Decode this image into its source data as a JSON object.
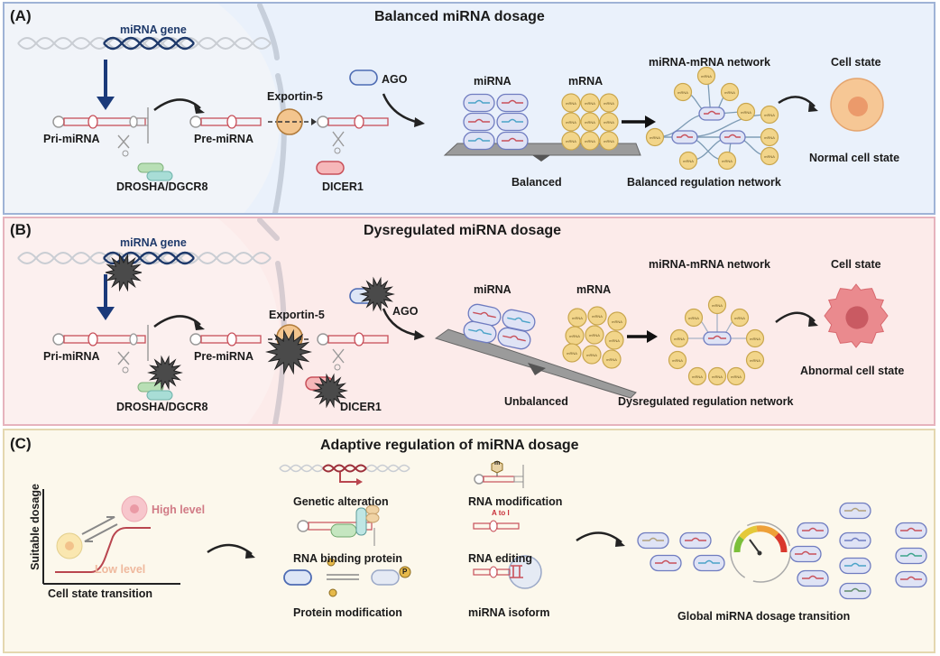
{
  "panels": {
    "A": {
      "label": "(A)",
      "title": "Balanced miRNA dosage",
      "mirna_gene": "miRNA gene",
      "pri_mirna": "Pri-miRNA",
      "pre_mirna": "Pre-miRNA",
      "drosha": "DROSHA/DGCR8",
      "exportin": "Exportin-5",
      "ago": "AGO",
      "dicer": "DICER1",
      "mirna": "miRNA",
      "mrna": "mRNA",
      "balance_state": "Balanced",
      "network_title": "miRNA-mRNA network",
      "network_caption": "Balanced regulation network",
      "cell_title": "Cell state",
      "cell_caption": "Normal cell state"
    },
    "B": {
      "label": "(B)",
      "title": "Dysregulated miRNA dosage",
      "mirna_gene": "miRNA gene",
      "pri_mirna": "Pri-miRNA",
      "pre_mirna": "Pre-miRNA",
      "drosha": "DROSHA/DGCR8",
      "exportin": "Exportin-5",
      "ago": "AGO",
      "dicer": "DICER1",
      "mirna": "miRNA",
      "mrna": "mRNA",
      "balance_state": "Unbalanced",
      "network_title": "miRNA-mRNA network",
      "network_caption": "Dysregulated regulation network",
      "cell_title": "Cell state",
      "cell_caption": "Abnormal cell state"
    },
    "C": {
      "label": "(C)",
      "title": "Adaptive regulation of miRNA dosage",
      "y_axis": "Suitable dosage",
      "x_axis": "Cell state transition",
      "high_level": "High level",
      "low_level": "Low level",
      "mechanisms": [
        "Genetic alteration",
        "RNA binding protein",
        "Protein modification",
        "RNA modification",
        "RNA editing",
        "miRNA isoform"
      ],
      "editing_tag": "A to I",
      "methyl_tag": "m",
      "phospho_tag": "P",
      "global_caption": "Global miRNA dosage transition"
    }
  },
  "mrna_token": "mRNA",
  "colors": {
    "panel_a_bg": "#eaf1fb",
    "panel_b_bg": "#fcebea",
    "panel_c_bg": "#fcf8ec",
    "dna_highlight": "#1f3a6b",
    "arrow_blue": "#1b3a7a",
    "mirna_red": "#c8505a",
    "mirna_blue": "#4aa3c8",
    "mrna_fill": "#f2d58a",
    "normal_cell": "#f6c795",
    "abnormal_cell": "#ea8a8e",
    "damage": "#3a3a3a"
  }
}
